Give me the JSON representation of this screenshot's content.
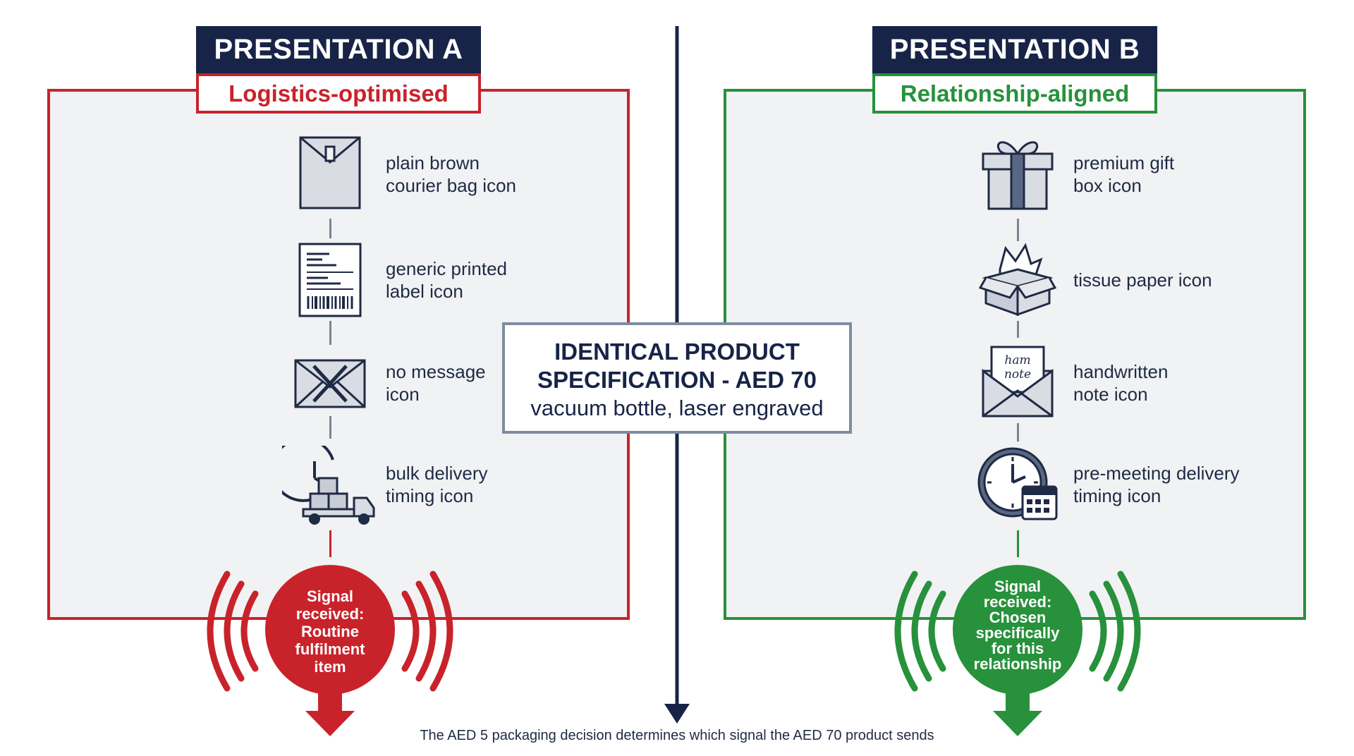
{
  "presentation_a": {
    "title": "PRESENTATION A",
    "subtitle": "Logistics-optimised",
    "items": [
      {
        "icon": "courier-bag-icon",
        "label_line1": "plain brown",
        "label_line2": "courier bag icon"
      },
      {
        "icon": "printed-label-icon",
        "label_line1": "generic printed",
        "label_line2": "label icon"
      },
      {
        "icon": "no-message-icon",
        "label_line1": "no message",
        "label_line2": "icon"
      },
      {
        "icon": "bulk-delivery-icon",
        "label_line1": "bulk delivery",
        "label_line2": "timing icon"
      }
    ],
    "signal": [
      "Signal",
      "received:",
      "Routine",
      "fulfilment",
      "item"
    ],
    "color": "#c8232b"
  },
  "presentation_b": {
    "title": "PRESENTATION B",
    "subtitle": "Relationship-aligned",
    "items": [
      {
        "icon": "gift-box-icon",
        "label_line1": "premium gift",
        "label_line2": "box icon"
      },
      {
        "icon": "tissue-paper-icon",
        "label_line1": "tissue paper icon",
        "label_line2": ""
      },
      {
        "icon": "handwritten-note-icon",
        "label_line1": "handwritten",
        "label_line2": "note icon"
      },
      {
        "icon": "pre-meeting-delivery-icon",
        "label_line1": "pre-meeting delivery",
        "label_line2": "timing icon"
      }
    ],
    "signal": [
      "Signal",
      "received:",
      "Chosen",
      "specifically",
      "for this",
      "relationship"
    ],
    "color": "#27913b"
  },
  "center": {
    "title_line1": "IDENTICAL PRODUCT",
    "title_line2": "SPECIFICATION - AED 70",
    "description": "vacuum bottle, laser engraved"
  },
  "note_icon_text": [
    "ham",
    "note"
  ],
  "footer": "The AED 5 packaging decision determines which signal the AED 70 product sends",
  "colors": {
    "navy": "#172447",
    "red": "#c8232b",
    "green": "#27913b",
    "panel_bg": "#f1f2f4"
  }
}
